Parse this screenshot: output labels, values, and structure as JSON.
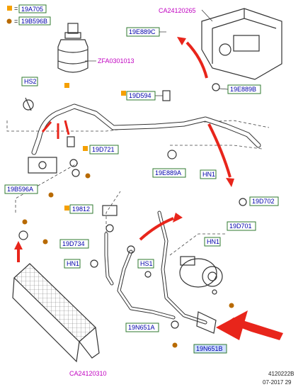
{
  "legend": {
    "items": [
      {
        "code": "19A705",
        "marker": "square",
        "color": "#f5a000"
      },
      {
        "code": "19B596B",
        "marker": "dot",
        "color": "#b86a00"
      }
    ]
  },
  "labels": {
    "ca24120265": "CA24120265",
    "zfa0301013": "ZFA0301013",
    "ca24120310": "CA24120310",
    "p19e889c": "19E889C",
    "p19e889b": "19E889B",
    "p19e889a": "19E889A",
    "p19d594": "19D594",
    "p19d721": "19D721",
    "hs2": "HS2",
    "hn1_top": "HN1",
    "p19b596a": "19B596A",
    "p19812": "19812",
    "p19d702": "19D702",
    "p19d701": "19D701",
    "p19d734": "19D734",
    "hn1_mid": "HN1",
    "hn1_right": "HN1",
    "hs1": "HS1",
    "p19n651a": "19N651A",
    "p19n651b": "19N651B"
  },
  "footer": {
    "ref": "4120222B",
    "date": "07-2017 29"
  },
  "colors": {
    "arrow": "#e8251b",
    "label_border": "#2f7a2f",
    "code_text": "#0000aa",
    "callout_text": "#c000c0",
    "marker_orange": "#f5a000",
    "marker_brown": "#b86a00"
  }
}
